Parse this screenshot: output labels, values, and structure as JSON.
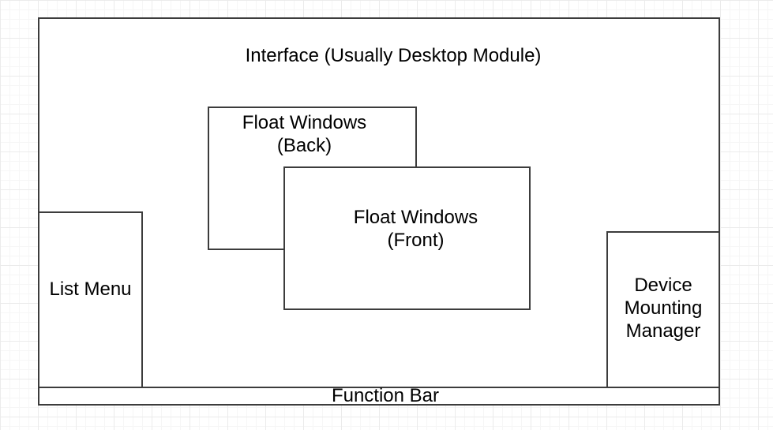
{
  "canvas": {
    "grid": {
      "background": "#ffffff",
      "minor_color": "#f6f6f6",
      "major_color": "#ebebeb"
    },
    "shape_style": {
      "border_color": "#3c3c3c",
      "fill_color": "#ffffff",
      "text_color": "#000000"
    },
    "shapes": {
      "interface": {
        "label": "Interface (Usually Desktop Module)"
      },
      "float_windows_back": {
        "lines": [
          "Float Windows",
          "(Back)"
        ]
      },
      "float_windows_front": {
        "lines": [
          "Float Windows",
          "(Front)"
        ]
      },
      "list_menu": {
        "label": "List Menu"
      },
      "device_mounting_manager": {
        "lines": [
          "Device",
          "Mounting",
          "Manager"
        ]
      },
      "function_bar": {
        "label": "Function Bar"
      }
    }
  }
}
